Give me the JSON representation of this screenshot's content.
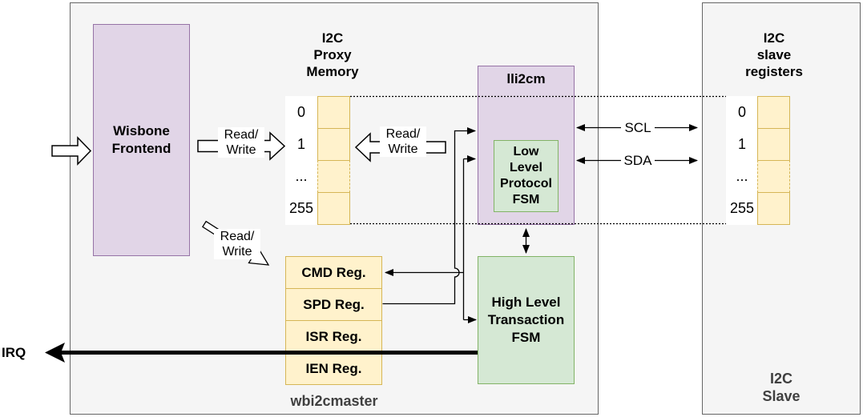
{
  "containers": {
    "master_label": "wbi2cmaster",
    "slave_label": "I2C\nSlave"
  },
  "blocks": {
    "wisbone_label": "Wisbone\nFrontend",
    "lli2cm_label": "lli2cm",
    "low_level_fsm_label": "Low\nLevel\nProtocol\nFSM",
    "high_level_fsm_label": "High Level\nTransaction\nFSM"
  },
  "proxy_memory": {
    "title": "I2C\nProxy\nMemory",
    "rows": [
      "0",
      "1",
      "...",
      "255"
    ]
  },
  "slave_registers": {
    "title": "I2C\nslave\nregisters",
    "rows": [
      "0",
      "1",
      "...",
      "255"
    ]
  },
  "registers": [
    "CMD Reg.",
    "SPD Reg.",
    "ISR Reg.",
    "IEN Reg."
  ],
  "signals": {
    "read_write": "Read/\nWrite",
    "scl": "SCL",
    "sda": "SDA",
    "irq": "IRQ"
  },
  "colors": {
    "module_fill": "#E1D5E7",
    "module_border": "#9673A6",
    "fsm_fill": "#D5E8D4",
    "fsm_border": "#82B366",
    "register_fill": "#FFF2CC",
    "register_border": "#D6B656",
    "container_fill": "#F5F5F5",
    "container_border": "#666666",
    "connector": "#000000",
    "container_label_text": "#404040"
  }
}
